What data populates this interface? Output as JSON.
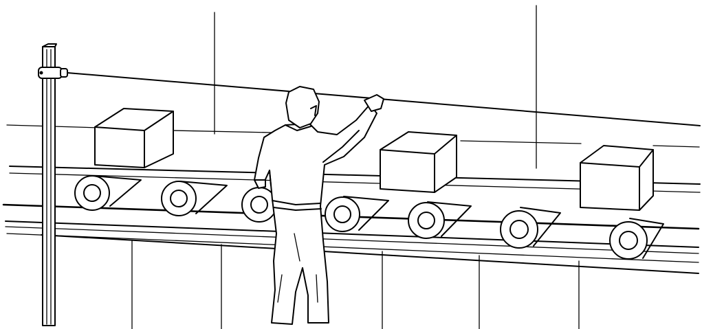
{
  "scene": {
    "background": "#ffffff",
    "ink_color": "#000000",
    "rollers_count": 7,
    "boxes_count": 3,
    "rollers": [
      {
        "name": "roller-1"
      },
      {
        "name": "roller-2"
      },
      {
        "name": "roller-3"
      },
      {
        "name": "roller-4"
      },
      {
        "name": "roller-5"
      },
      {
        "name": "roller-6"
      },
      {
        "name": "roller-7"
      }
    ],
    "boxes": [
      {
        "name": "box-left"
      },
      {
        "name": "box-middle"
      },
      {
        "name": "box-right"
      }
    ],
    "elements": [
      "background-wall",
      "conveyor-belt",
      "rollers",
      "boxes",
      "light-curtain-post",
      "sensor",
      "safety-wire",
      "worker"
    ]
  }
}
